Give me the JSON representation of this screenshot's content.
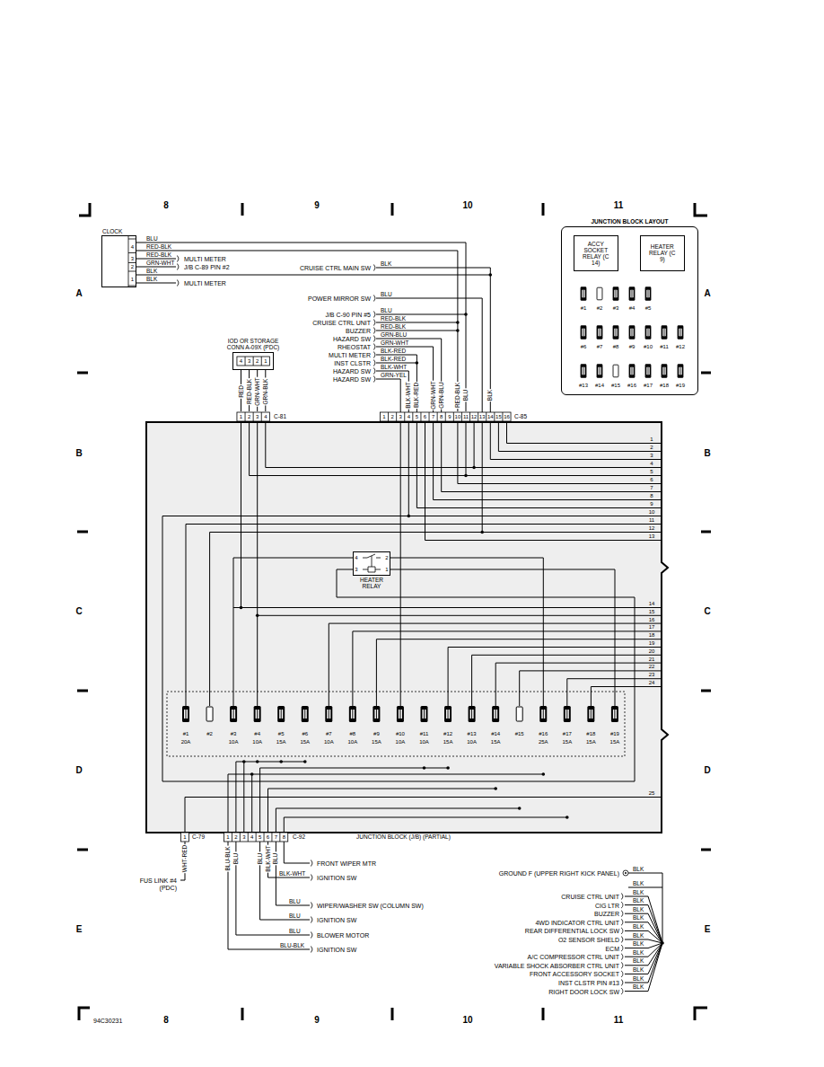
{
  "diagram": {
    "nodes": [
      {
        "text": [
          "CLOCK"
        ]
      },
      {
        "text": [
          "JUNCTION BLOCK LAYOUT"
        ]
      },
      {
        "text": [
          "ACCY SOCKET RELAY (C 14)"
        ],
        "in": 1
      },
      {
        "text": [
          "HEATER RELAY (C 9)"
        ],
        "in": 1
      },
      {
        "text": [
          "IOD OR STORAGE CONN A-09X (PDC)"
        ]
      },
      {
        "text": [
          "JUNCTION BLOCK (J/B) (PARTIAL)"
        ]
      },
      {
        "text": [
          "HEATER RELAY"
        ],
        "in": 5
      }
    ],
    "edges": [
      {
        "from": 0,
        "to": 5,
        "arrow": "none",
        "label": "BLU"
      },
      {
        "from": 0,
        "to": 5,
        "arrow": "none",
        "label": "RED-BLK"
      },
      {
        "from": 4,
        "to": 5,
        "arrow": "none",
        "label": "RED"
      },
      {
        "from": 4,
        "to": 5,
        "arrow": "none",
        "label": "RED-BLK"
      },
      {
        "from": 4,
        "to": 5,
        "arrow": "none",
        "label": "GRN-WHT"
      },
      {
        "from": 4,
        "to": 5,
        "arrow": "none",
        "label": "GRN-BLK"
      }
    ],
    "labels": [
      "8",
      "9",
      "10",
      "11",
      "A",
      "A",
      "B",
      "B",
      "C",
      "C",
      "D",
      "D",
      "E",
      "E",
      "4",
      "3",
      "2",
      "1",
      "RED-BLK",
      "GRN-WHT",
      "BLK",
      "BLK",
      "MULTI METER",
      "J/B C-89 PIN #2",
      "MULTI METER",
      "CRUISE CTRL MAIN SW",
      "BLK",
      "POWER MIRROR SW",
      "BLU",
      "J/B C-90 PIN #5",
      "BLU",
      "CRUISE CTRL UNIT",
      "RED-BLK",
      "BUZZER",
      "RED-BLK",
      "HAZARD SW",
      "GRN-BLU",
      "RHEOSTAT",
      "GRN-WHT",
      "MULTI METER",
      "BLK-RED",
      "INST CLSTR",
      "BLK-RED",
      "HAZARD SW",
      "BLK-WHT",
      "HAZARD SW",
      "GRN-YEL",
      "BLK-WHT",
      "BLK-RED",
      "GRN-WHT",
      "GRN-BLU",
      "RED-BLK",
      "BLU",
      "BLK",
      "4",
      "3",
      "2",
      "1",
      "1",
      "2",
      "3",
      "4",
      "C-81",
      "1",
      "2",
      "3",
      "4",
      "5",
      "6",
      "7",
      "8",
      "9",
      "10",
      "11",
      "12",
      "13",
      "14",
      "15",
      "16",
      "C-85",
      "1",
      "2",
      "3",
      "4",
      "5",
      "6",
      "7",
      "8",
      "9",
      "10",
      "11",
      "12",
      "13",
      "14",
      "15",
      "16",
      "17",
      "18",
      "19",
      "20",
      "21",
      "22",
      "23",
      "24",
      "25",
      "4",
      "3",
      "2",
      "1",
      "#1",
      "20A",
      "#2",
      "#3",
      "10A",
      "#4",
      "10A",
      "#5",
      "15A",
      "#6",
      "15A",
      "#7",
      "10A",
      "#8",
      "10A",
      "#9",
      "15A",
      "#10",
      "10A",
      "#11",
      "10A",
      "#12",
      "15A",
      "#13",
      "10A",
      "#14",
      "15A",
      "#15",
      "#16",
      "25A",
      "#17",
      "15A",
      "#18",
      "15A",
      "#19",
      "15A",
      "1",
      "C-79",
      "1",
      "2",
      "3",
      "4",
      "5",
      "6",
      "7",
      "8",
      "C-92",
      "WHT-RED",
      "BLU-BLK",
      "BLU",
      "BLU",
      "BLK-WHT",
      "BLU",
      "FRONT WIPER MTR",
      "BLK-WHT",
      "IGNITION SW",
      "BLU",
      "WIPER/WASHER SW (COLUMN SW)",
      "BLU",
      "IGNITION SW",
      "BLU",
      "BLOWER MOTOR",
      "BLU-BLK",
      "IGNITION SW",
      "FUS LINK #4 (PDC)",
      "GROUND F (UPPER RIGHT KICK PANEL)",
      "BLK",
      "BLK",
      "CRUISE CTRL UNIT",
      "BLK",
      "CIG LTR",
      "BLK",
      "BUZZER",
      "BLK",
      "4WD INDICATOR CTRL UNIT",
      "BLK",
      "REAR DIFFERENTIAL LOCK SW",
      "BLK",
      "O2 SENSOR SHIELD",
      "BLK",
      "ECM",
      "BLK",
      "A/C COMPRESSOR CTRL UNIT",
      "BLK",
      "VARIABLE SHOCK ABSORBER CTRL UNIT",
      "BLK",
      "FRONT ACCESSORY SOCKET",
      "BLK",
      "INST CLSTR PIN #13",
      "BLK",
      "RIGHT DOOR LOCK SW",
      "BLK",
      "#1",
      "#2",
      "#3",
      "#4",
      "#5",
      "#6",
      "#7",
      "#8",
      "#9",
      "#10",
      "#11",
      "#12",
      "#13",
      "#14",
      "#15",
      "#16",
      "#17",
      "#18",
      "#19",
      "8",
      "9",
      "10",
      "11",
      "94C30231"
    ]
  }
}
